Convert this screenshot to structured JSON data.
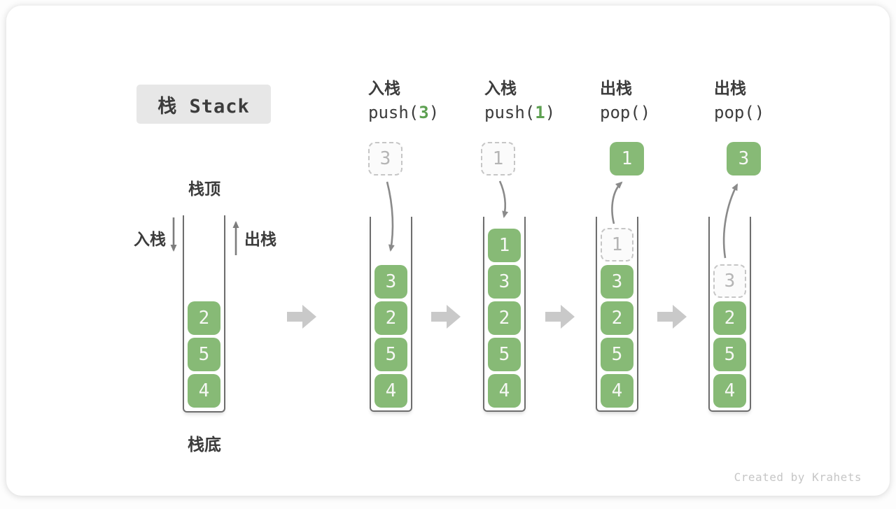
{
  "title": "栈 Stack",
  "watermark": "Created by Krahets",
  "labels": {
    "stack_top": "栈顶",
    "stack_bottom": "栈底",
    "push_side": "入栈",
    "pop_side": "出栈"
  },
  "icons": {
    "push_arrow": "↓",
    "pop_arrow": "↑",
    "step_arrow": "➡",
    "flow_arrow": "curved-gray-arrow"
  },
  "colors": {
    "block_green": "#87ba76",
    "arg_green": "#5da051",
    "wall_gray": "#6e6e6e",
    "arrow_gray": "#8a8a8a",
    "step_arrow_gray": "#c9c9c9",
    "ghost_border": "#c6c6c6",
    "ghost_text": "#b5b5b5",
    "ghost_bg": "#fbfbfb",
    "title_bg": "#e7e7e7",
    "text_dark": "#3c3c3c",
    "watermark_gray": "#c6c6c6",
    "card_bg": "#ffffff",
    "block_text": "#f6f8f4"
  },
  "columns": [
    {
      "header": {
        "line1": "",
        "code": {
          "pre": "",
          "arg": "",
          "post": ""
        }
      },
      "stack": [
        "2",
        "5",
        "4"
      ]
    },
    {
      "header": {
        "line1": "入栈",
        "code": {
          "pre": "push(",
          "arg": "3",
          "post": ")"
        }
      },
      "floating": "3",
      "stack": [
        "3",
        "2",
        "5",
        "4"
      ]
    },
    {
      "header": {
        "line1": "入栈",
        "code": {
          "pre": "push(",
          "arg": "1",
          "post": ")"
        }
      },
      "floating": "1",
      "stack": [
        "1",
        "3",
        "2",
        "5",
        "4"
      ]
    },
    {
      "header": {
        "line1": "出栈",
        "code": {
          "pre": "pop(",
          "arg": "",
          "post": ")"
        }
      },
      "floating": "1",
      "ghost": "1",
      "stack": [
        "3",
        "2",
        "5",
        "4"
      ]
    },
    {
      "header": {
        "line1": "出栈",
        "code": {
          "pre": "pop(",
          "arg": "",
          "post": ")"
        }
      },
      "floating": "3",
      "ghost": "3",
      "stack": [
        "2",
        "5",
        "4"
      ]
    }
  ]
}
